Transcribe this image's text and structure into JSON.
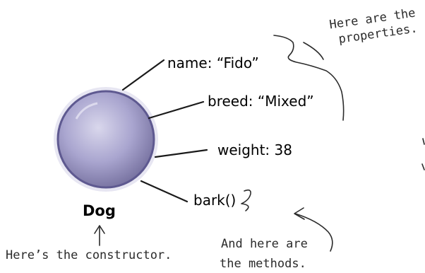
{
  "object": {
    "name": "Dog",
    "colors": {
      "fill_light": "#c6c3e0",
      "fill_dark": "#7f7aab",
      "outline": "#5e5990"
    }
  },
  "properties": [
    {
      "key": "name",
      "text": "name: “Fido”"
    },
    {
      "key": "breed",
      "text": "breed: “Mixed”"
    },
    {
      "key": "weight",
      "text": "weight:  38"
    }
  ],
  "methods": [
    {
      "key": "bark",
      "text": "bark()"
    }
  ],
  "annotations": {
    "properties_note": [
      "Here are the",
      "properties."
    ],
    "methods_note": [
      "And here are",
      "the methods."
    ],
    "constructor_note": "Here’s the constructor."
  }
}
